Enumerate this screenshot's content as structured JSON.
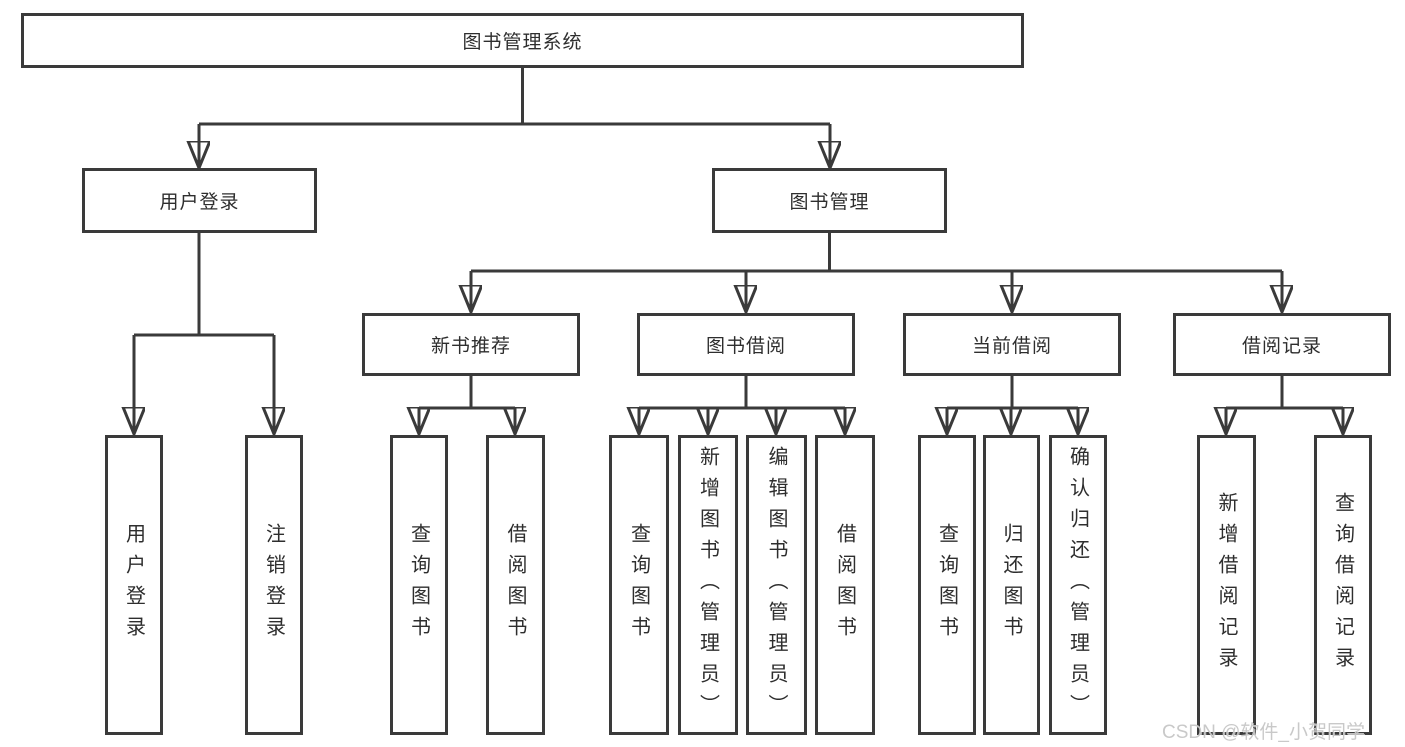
{
  "diagram": {
    "root": {
      "label": "图书管理系统"
    },
    "level2": [
      {
        "label": "用户登录"
      },
      {
        "label": "图书管理"
      }
    ],
    "level3": [
      {
        "label": "新书推荐"
      },
      {
        "label": "图书借阅"
      },
      {
        "label": "当前借阅"
      },
      {
        "label": "借阅记录"
      }
    ],
    "leaves": {
      "login": [
        "用户登录",
        "注销登录"
      ],
      "recommend": [
        "查询图书",
        "借阅图书"
      ],
      "borrow": [
        "查询图书",
        "新增图书（管理员）",
        "编辑图书（管理员）",
        "借阅图书"
      ],
      "current": [
        "查询图书",
        "归还图书",
        "确认归还（管理员）"
      ],
      "records": [
        "新增借阅记录",
        "查询借阅记录"
      ]
    }
  },
  "colors": {
    "line": "#3a3a3a",
    "text": "#2e2e2e",
    "background": "#ffffff",
    "watermark": "#c6c6c6"
  },
  "watermark": "CSDN @软件_小贺同学"
}
